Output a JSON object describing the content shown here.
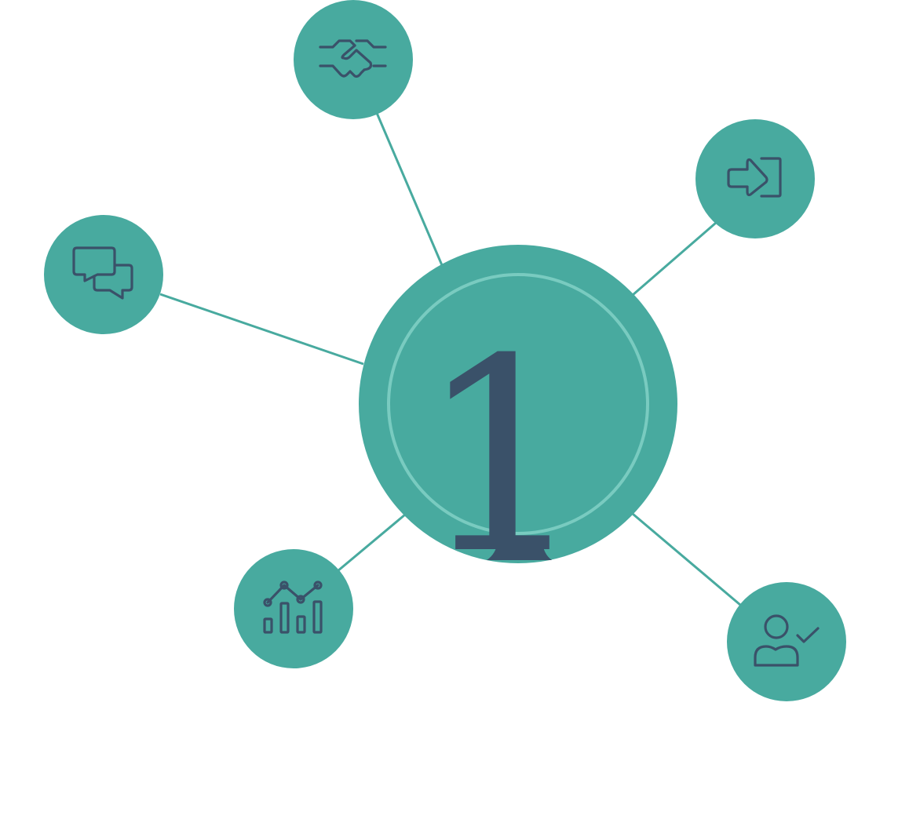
{
  "colors": {
    "teal": "#48aa9f",
    "teal_ring": "#79cbc0",
    "navy": "#3a5169",
    "background": "#ffffff"
  },
  "center": {
    "label": "1"
  },
  "nodes": [
    {
      "id": "handshake",
      "icon": "handshake-icon"
    },
    {
      "id": "login",
      "icon": "login-arrow-icon"
    },
    {
      "id": "chat",
      "icon": "chat-bubbles-icon"
    },
    {
      "id": "analytics",
      "icon": "analytics-chart-icon"
    },
    {
      "id": "user",
      "icon": "user-check-icon"
    }
  ]
}
